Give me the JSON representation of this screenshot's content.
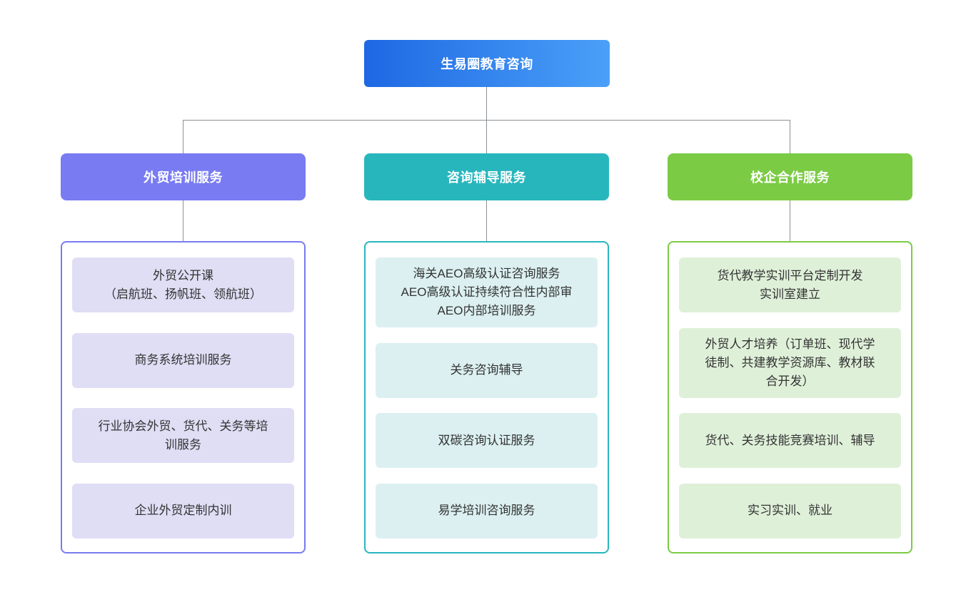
{
  "root": {
    "label": "生易圈教育咨询",
    "gradient_from": "#1e68e3",
    "gradient_to": "#4aa0f8"
  },
  "connector_color": "#8a9096",
  "branches": [
    {
      "label": "外贸培训服务",
      "accent": "#787bf1",
      "item_bg": "#e0def5",
      "items": [
        {
          "text": "外贸公开课\n（启航班、扬帆班、领航班）"
        },
        {
          "text": "商务系统培训服务"
        },
        {
          "text": "行业协会外贸、货代、关务等培训服务"
        },
        {
          "text": "企业外贸定制内训"
        }
      ]
    },
    {
      "label": "咨询辅导服务",
      "accent": "#28b6bd",
      "item_bg": "#dcf0f1",
      "items": [
        {
          "text": "海关AEO高级认证咨询服务\nAEO高级认证持续符合性内部审\nAEO内部培训服务"
        },
        {
          "text": "关务咨询辅导"
        },
        {
          "text": "双碳咨询认证服务"
        },
        {
          "text": "易学培训咨询服务"
        }
      ]
    },
    {
      "label": "校企合作服务",
      "accent": "#7bcb44",
      "item_bg": "#dff0d9",
      "items": [
        {
          "text": "货代教学实训平台定制开发\n实训室建立"
        },
        {
          "text": "外贸人才培养（订单班、现代学徒制、共建教学资源库、教材联合开发）"
        },
        {
          "text": "货代、关务技能竞赛培训、辅导"
        },
        {
          "text": "实习实训、就业"
        }
      ]
    }
  ]
}
